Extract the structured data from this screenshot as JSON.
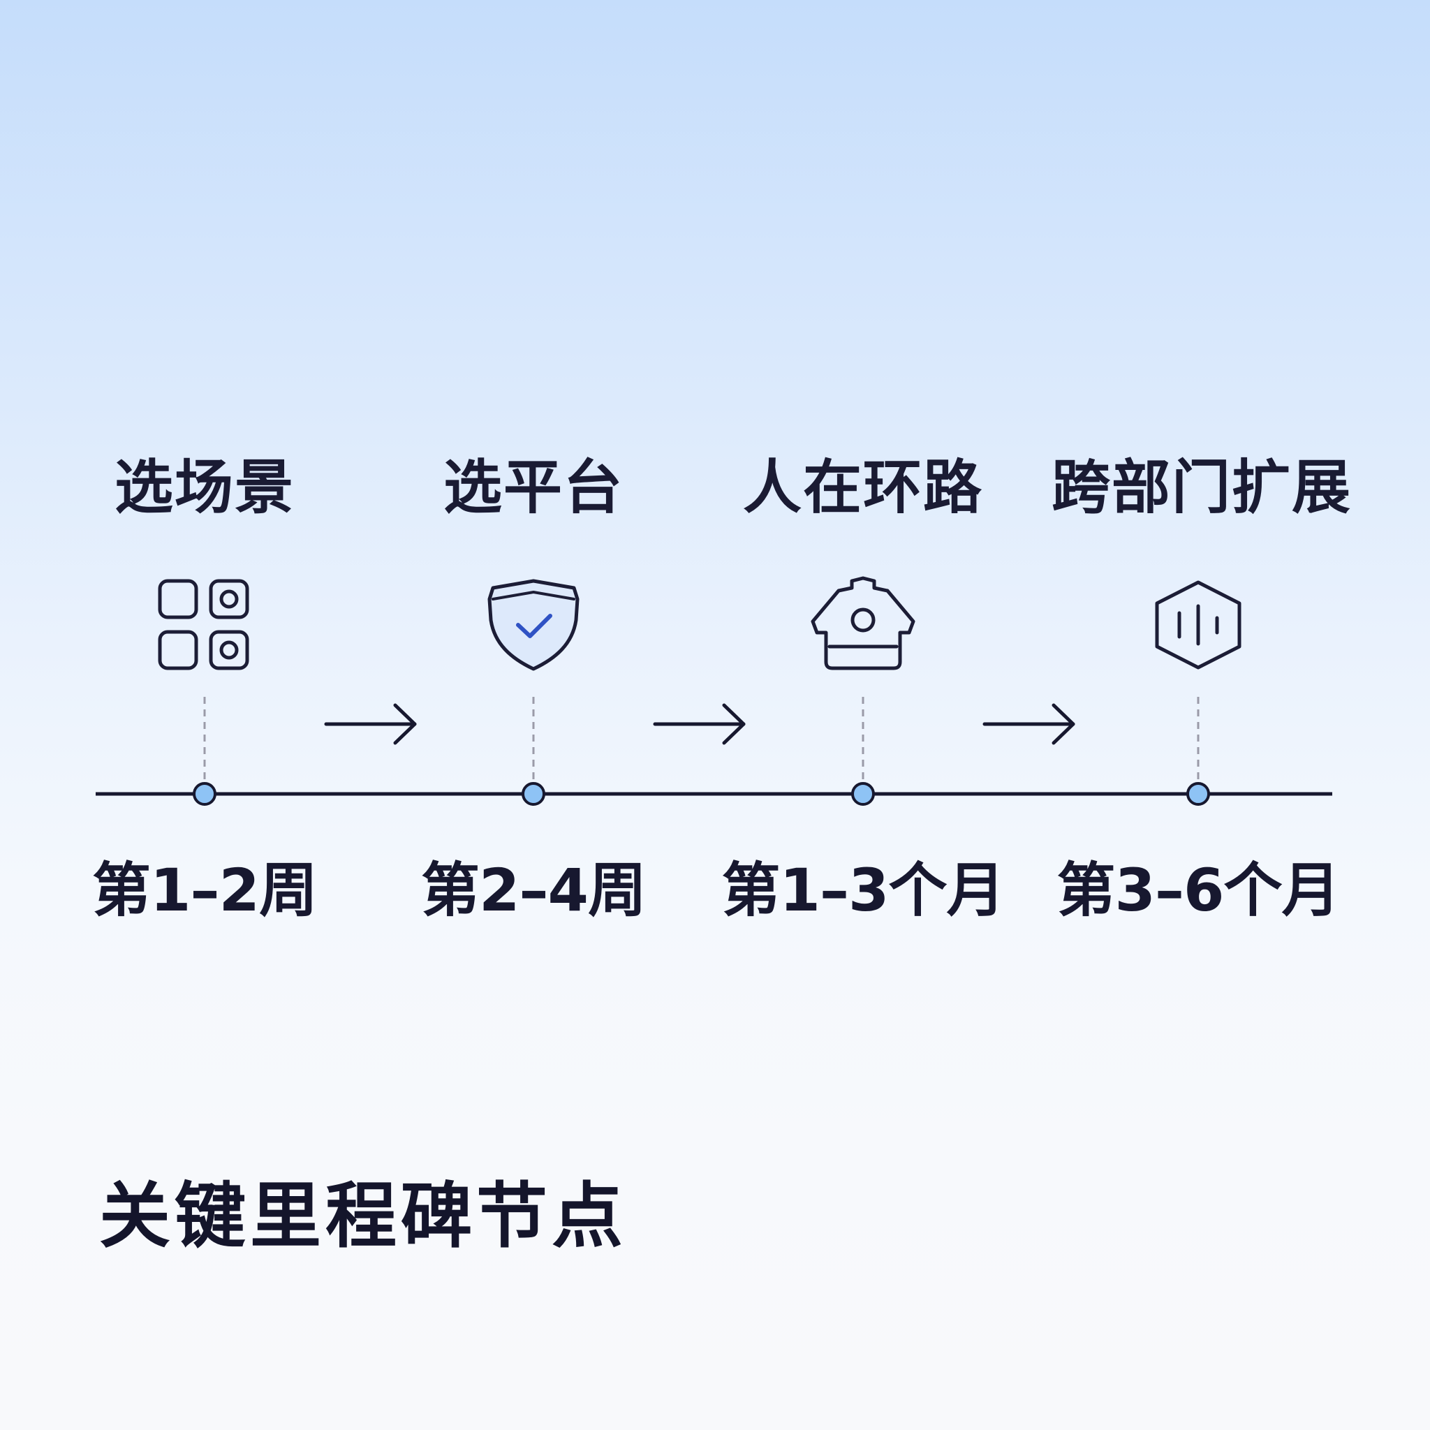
{
  "title": "关键里程碑节点",
  "stages": [
    {
      "name": "选场景",
      "time": "第1–2周",
      "icon": "grid-icon"
    },
    {
      "name": "选平台",
      "time": "第2–4周",
      "icon": "shield-check-icon"
    },
    {
      "name": "人在环路",
      "time": "第1–3个月",
      "icon": "person-house-icon"
    },
    {
      "name": "跨部门扩展",
      "time": "第3–6个月",
      "icon": "hexagon-chart-icon"
    }
  ],
  "colors": {
    "line": "#17182f",
    "node_fill": "#8ec3f5",
    "icon_stroke": "#1c1d36",
    "check": "#2f52c4",
    "shield_fill": "#dde9fb"
  }
}
